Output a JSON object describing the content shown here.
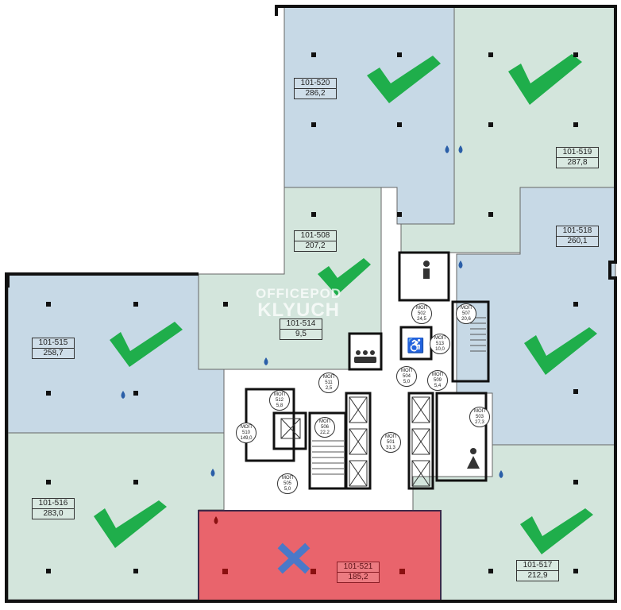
{
  "colors": {
    "available_blue": "#c7d9e6",
    "available_green": "#d3e5dc",
    "occupied_red": "#e9646c",
    "check": "#1fae4b",
    "cross": "#4a79c8"
  },
  "watermark": {
    "line1": "OFFICEPOD",
    "line2": "KLYUCH"
  },
  "rooms": [
    {
      "id": "101-520",
      "area": "286,2",
      "status": "available"
    },
    {
      "id": "101-519",
      "area": "287,8",
      "status": "available"
    },
    {
      "id": "101-518",
      "area": "260,1",
      "status": "available"
    },
    {
      "id": "101-508",
      "area": "207,2",
      "status": "available"
    },
    {
      "id": "101-514",
      "area": "9,5",
      "status": "available"
    },
    {
      "id": "101-515",
      "area": "258,7",
      "status": "available"
    },
    {
      "id": "101-516",
      "area": "283,0",
      "status": "available"
    },
    {
      "id": "101-517",
      "area": "212,9",
      "status": "available"
    },
    {
      "id": "101-521",
      "area": "185,2",
      "status": "occupied"
    }
  ],
  "common_areas": [
    {
      "prefix": "МОП",
      "num": "502",
      "area": "24,5"
    },
    {
      "prefix": "МОП",
      "num": "507",
      "area": "20,6"
    },
    {
      "prefix": "МОП",
      "num": "513",
      "area": "10,0"
    },
    {
      "prefix": "МОП",
      "num": "504",
      "area": "5,0"
    },
    {
      "prefix": "МОП",
      "num": "509",
      "area": "5,4"
    },
    {
      "prefix": "МОП",
      "num": "503",
      "area": "27,3"
    },
    {
      "prefix": "МОП",
      "num": "511",
      "area": "2,5"
    },
    {
      "prefix": "МОП",
      "num": "512",
      "area": "5,8"
    },
    {
      "prefix": "МОП",
      "num": "510",
      "area": "149,0"
    },
    {
      "prefix": "МОП",
      "num": "506",
      "area": "22,2"
    },
    {
      "prefix": "МОП",
      "num": "501",
      "area": "31,3"
    },
    {
      "prefix": "МОП",
      "num": "505",
      "area": "5,0"
    }
  ]
}
